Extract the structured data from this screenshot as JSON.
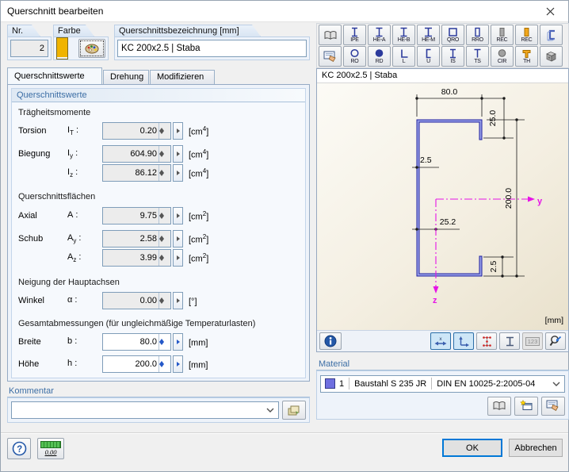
{
  "window": {
    "title": "Querschnitt bearbeiten"
  },
  "ui": {
    "colon": ":"
  },
  "header": {
    "nr": {
      "label": "Nr.",
      "value": "2"
    },
    "farbe": {
      "label": "Farbe",
      "swatch_color": "#f0b400"
    },
    "bezeichnung": {
      "label": "Querschnittsbezeichnung [mm]",
      "value": "KC 200x2.5 | Staba"
    }
  },
  "toolbar": {
    "row1_labels": [
      "IPE",
      "HE-A",
      "HE-B",
      "HE-M",
      "QRO",
      "RRO",
      "REC",
      "REC"
    ],
    "row2_labels": [
      "RO",
      "RD",
      "L",
      "U",
      "IS",
      "TS",
      "CIR",
      "TH"
    ]
  },
  "tabs": {
    "t1": "Querschnittswerte",
    "t2": "Drehung",
    "t3": "Modifizieren"
  },
  "group_title": "Querschnittswerte",
  "sections": {
    "s1": "Trägheitsmomente",
    "s2": "Querschnittsflächen",
    "s3": "Neigung der Hauptachsen",
    "s4": "Gesamtabmessungen (für ungleichmäßige Temperaturlasten)"
  },
  "values": {
    "torsion": {
      "label": "Torsion",
      "sym": "I",
      "sub": "T",
      "value": "0.20",
      "unit_pre": "[cm",
      "unit_sup": "4",
      "unit_suf": "]"
    },
    "biegung_y": {
      "label": "Biegung",
      "sym": "I",
      "sub": "y",
      "value": "604.90",
      "unit_pre": "[cm",
      "unit_sup": "4",
      "unit_suf": "]"
    },
    "biegung_z": {
      "label": "",
      "sym": "I",
      "sub": "z",
      "value": "86.12",
      "unit_pre": "[cm",
      "unit_sup": "4",
      "unit_suf": "]"
    },
    "axial": {
      "label": "Axial",
      "sym": "A",
      "sub": "",
      "value": "9.75",
      "unit_pre": "[cm",
      "unit_sup": "2",
      "unit_suf": "]"
    },
    "schub_y": {
      "label": "Schub",
      "sym": "A",
      "sub": "y",
      "value": "2.58",
      "unit_pre": "[cm",
      "unit_sup": "2",
      "unit_suf": "]"
    },
    "schub_z": {
      "label": "",
      "sym": "A",
      "sub": "z",
      "value": "3.99",
      "unit_pre": "[cm",
      "unit_sup": "2",
      "unit_suf": "]"
    },
    "winkel": {
      "label": "Winkel",
      "sym": "α",
      "sub": "",
      "value": "0.00",
      "unit_pre": "[°",
      "unit_sup": "",
      "unit_suf": "]"
    },
    "breite": {
      "label": "Breite",
      "sym": "b",
      "sub": "",
      "value": "80.0",
      "unit_pre": "[mm",
      "unit_sup": "",
      "unit_suf": "]"
    },
    "hoehe": {
      "label": "Höhe",
      "sym": "h",
      "sub": "",
      "value": "200.0",
      "unit_pre": "[mm",
      "unit_sup": "",
      "unit_suf": "]"
    }
  },
  "kommentar": {
    "title": "Kommentar",
    "value": ""
  },
  "drawing": {
    "caption": "KC 200x2.5 | Staba",
    "dim_width": "80.0",
    "dim_lip_top": "25.0",
    "dim_t_web": "2.5",
    "dim_ecc": "25.2",
    "dim_height": "200.0",
    "dim_t_lip": "2.5",
    "axis_y": "y",
    "axis_z": "z",
    "units": "[mm]"
  },
  "view_toolbar": {
    "numbers": "123",
    "dim_icon_label": "x"
  },
  "material": {
    "title": "Material",
    "swatch_color": "#6f6fe0",
    "id": "1",
    "name": "Baustahl S 235 JR",
    "norm": "DIN EN 10025-2:2005-04"
  },
  "footer": {
    "ok": "OK",
    "cancel": "Abbrechen",
    "help": "?",
    "units_value": "0.00"
  }
}
